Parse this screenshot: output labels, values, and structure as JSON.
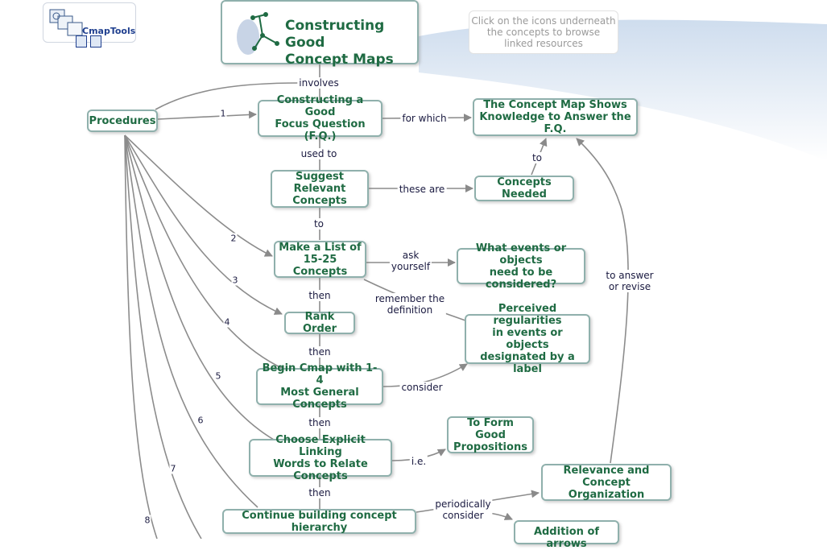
{
  "app": {
    "logo_text": "CmapTools"
  },
  "title": "Constructing Good\nConcept Maps",
  "hint": "Click on the icons underneath\nthe concepts to browse\nlinked resources",
  "colors": {
    "node_text": "#1f6b43",
    "node_border": "#8fb0ac",
    "link_text": "#1a1a40",
    "line": "#909090",
    "background_wave": "#dbe6f2"
  },
  "concepts": {
    "procedures": "Procedures",
    "focus_question": "Constructing a Good\nFocus Question (F.Q.)",
    "concept_map_shows": "The Concept Map Shows\nKnowledge to Answer the F.Q.",
    "suggest_concepts": "Suggest Relevant\nConcepts",
    "concepts_needed": "Concepts Needed",
    "make_list": "Make a List of\n15-25 Concepts",
    "what_events": "What events or objects\nneed to be considered?",
    "rank_order": "Rank Order",
    "perceived": "Perceived regularities\nin events or objects\ndesignated by a label",
    "begin_cmap": "Begin Cmap with 1-4\nMost General Concepts",
    "form_propositions": "To Form Good\nPropositions",
    "choose_words": "Choose Explicit Linking\nWords to Relate Concepts",
    "relevance": "Relevance and Concept\nOrganization",
    "continue_building": "Continue building concept hierarchy",
    "addition_arrows": "Addition of arrows"
  },
  "links": {
    "involves": "involves",
    "for_which": "for which",
    "used_to": "used to",
    "these_are": "these are",
    "to_1": "to",
    "to_2": "to",
    "ask_yourself": "ask\nyourself",
    "remember": "remember the\ndefinition",
    "to_answer": "to answer\nor revise",
    "then_1": "then",
    "then_2": "then",
    "then_3": "then",
    "then_4": "then",
    "consider": "consider",
    "ie": "i.e.",
    "periodically": "periodically\nconsider"
  },
  "steps": [
    "1",
    "2",
    "3",
    "4",
    "5",
    "6",
    "7",
    "8"
  ]
}
